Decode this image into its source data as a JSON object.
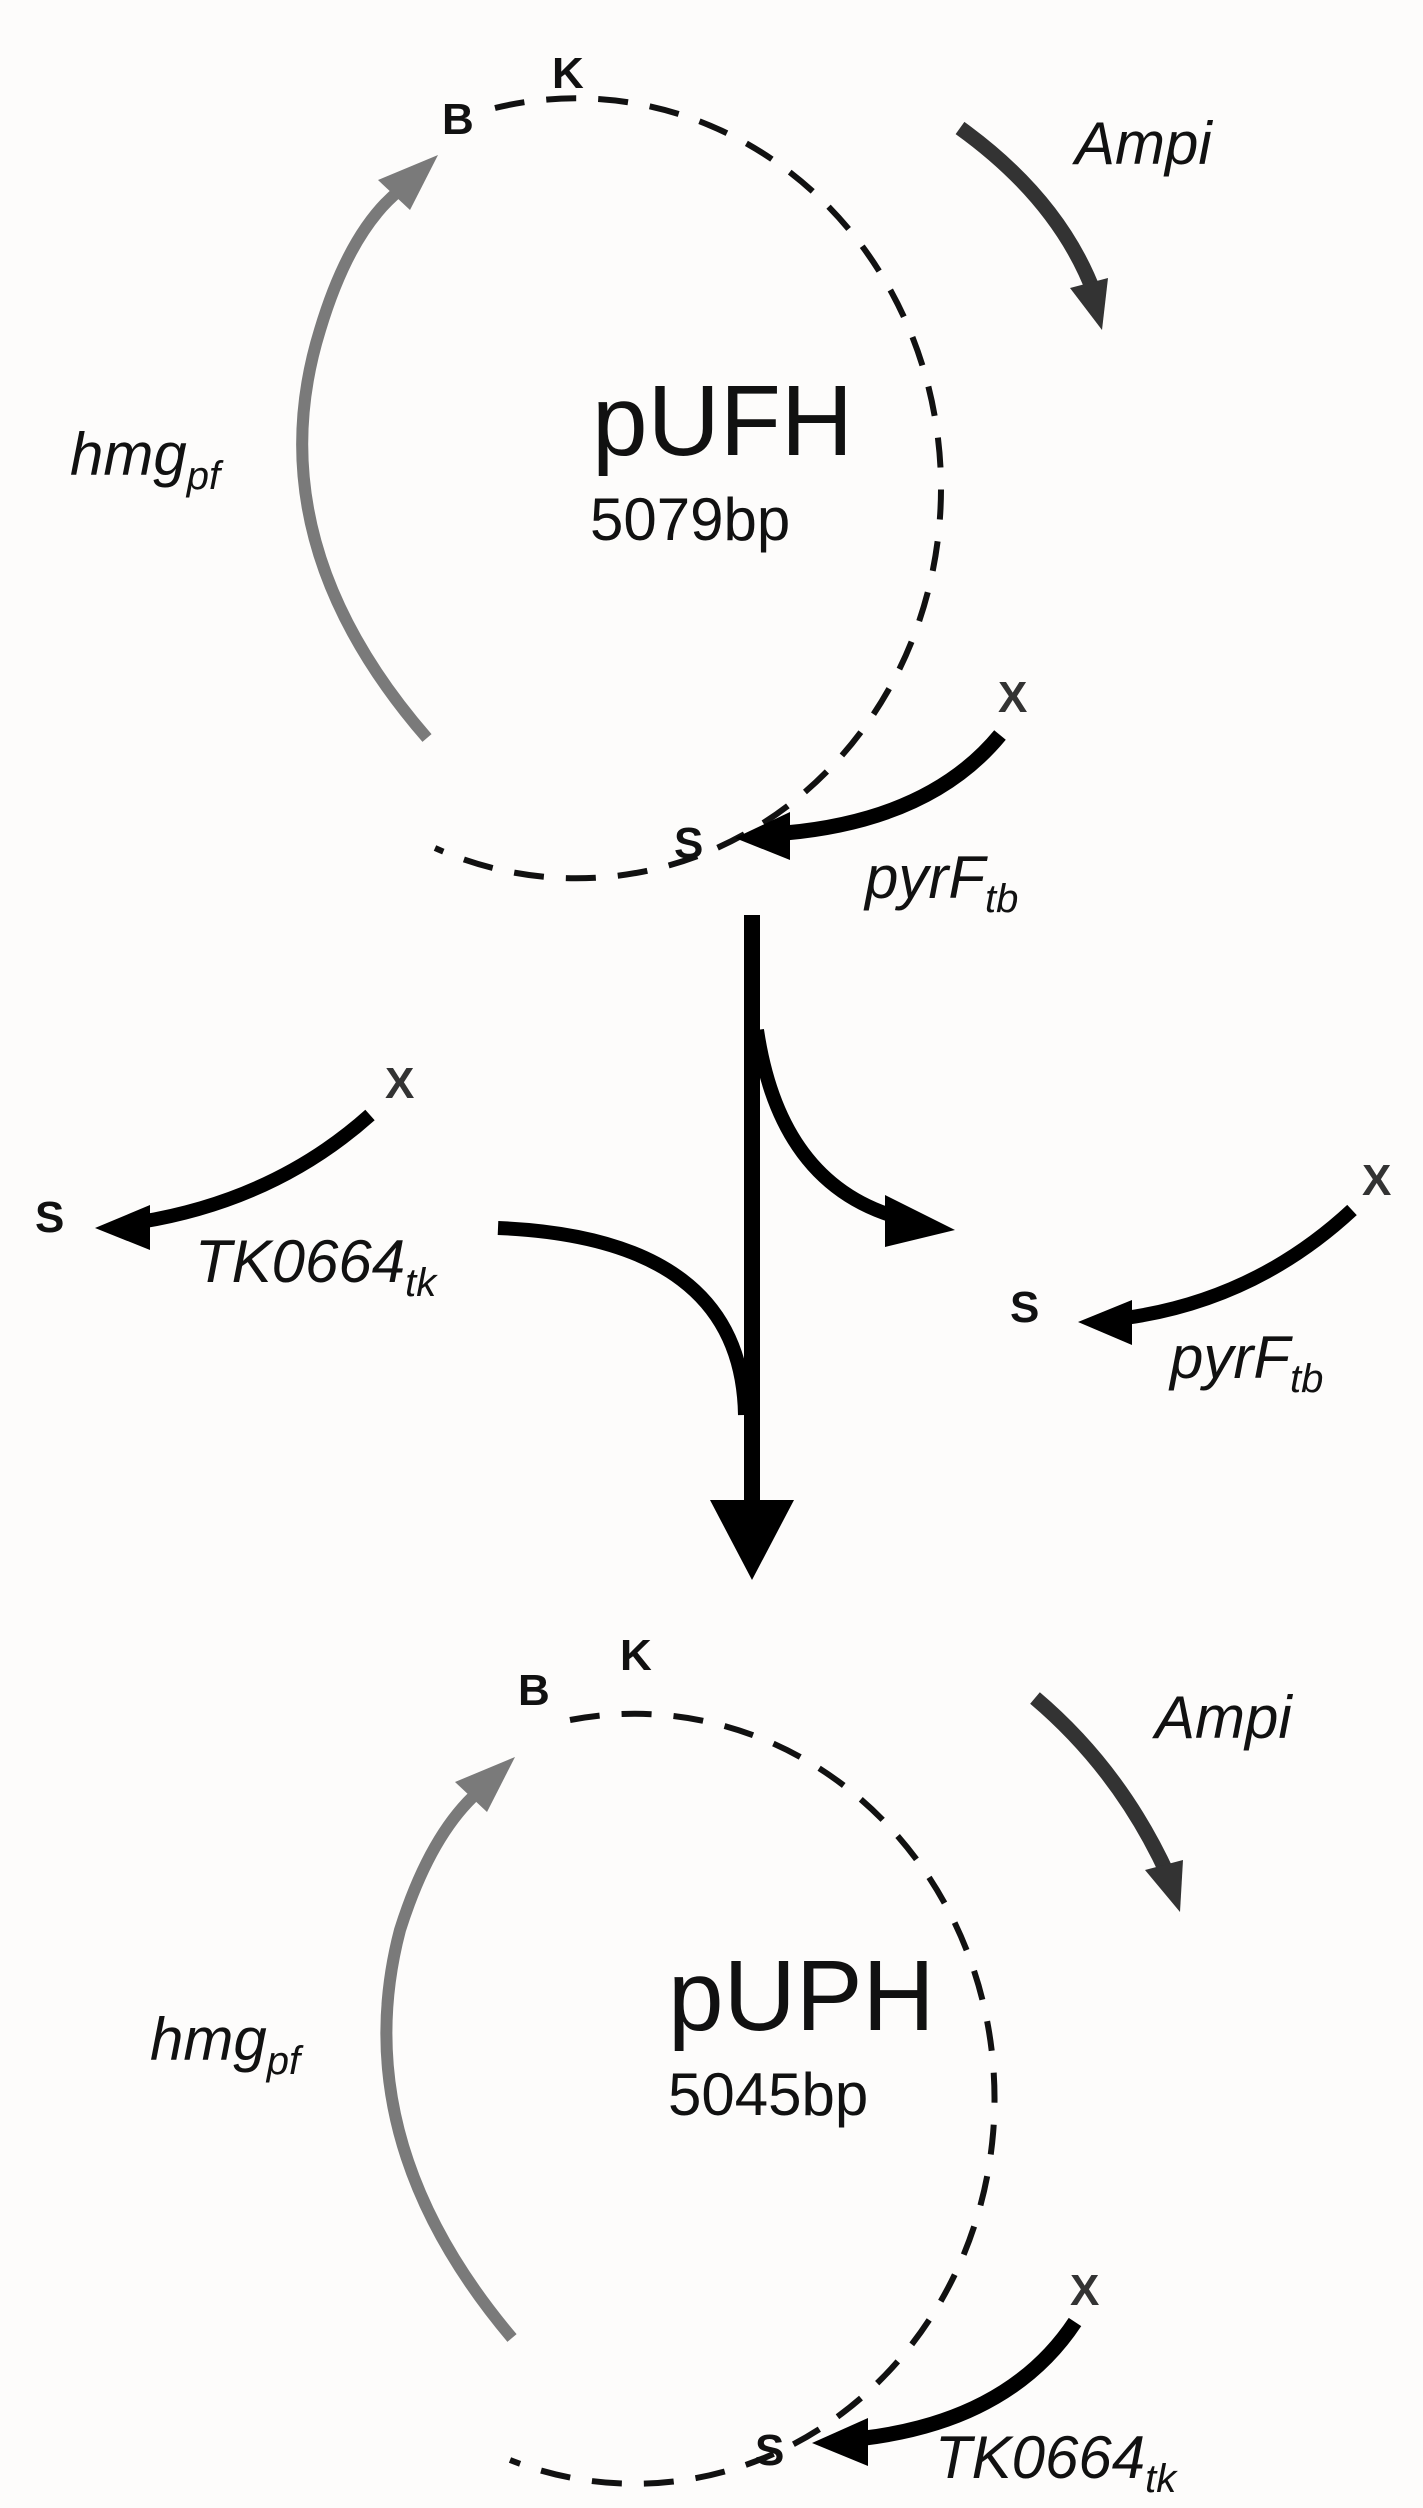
{
  "colors": {
    "background": "#fdfcfb",
    "backbone": "#111111",
    "ampi": "#333333",
    "hmg": "#7a7a7a",
    "marker": "#000000",
    "flow_arrow": "#000000"
  },
  "top_plasmid": {
    "name": "pUFH",
    "size": "5079bp",
    "sites": {
      "b": "B",
      "k": "K",
      "x": "X",
      "s": "S"
    },
    "genes": {
      "ampi": "Ampi",
      "hmg": {
        "main": "hmg",
        "sub": "pf"
      },
      "marker": {
        "main": "pyrF",
        "sub": "tb"
      }
    }
  },
  "insert_fragment": {
    "sites": {
      "x": "X",
      "s": "S"
    },
    "gene": {
      "main": "TK0664",
      "sub": "tk"
    }
  },
  "removed_fragment": {
    "sites": {
      "x": "X",
      "s": "S"
    },
    "gene": {
      "main": "pyrF",
      "sub": "tb"
    }
  },
  "bottom_plasmid": {
    "name": "pUPH",
    "size": "5045bp",
    "sites": {
      "b": "B",
      "k": "K",
      "x": "X",
      "s": "S"
    },
    "genes": {
      "ampi": "Ampi",
      "hmg": {
        "main": "hmg",
        "sub": "pf"
      },
      "marker": {
        "main": "TK0664",
        "sub": "tk"
      }
    }
  }
}
